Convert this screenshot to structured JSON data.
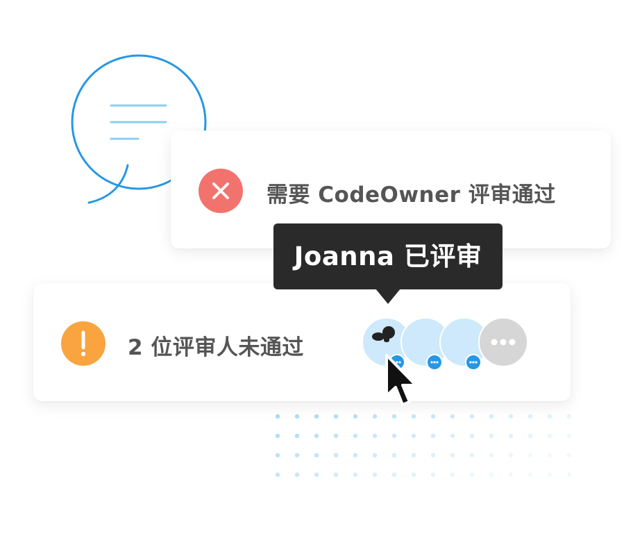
{
  "colors": {
    "error": "#f2736d",
    "warning": "#f9a43f",
    "accent_blue": "#2697e4",
    "avatar_bg": "#cde9fb",
    "more_bg": "#d6d6d6",
    "tooltip_bg": "#2a2a2a",
    "text": "#555555"
  },
  "codeowner_card": {
    "icon": "close-icon",
    "message": "需要 CodeOwner 评审通过"
  },
  "reviewers_card": {
    "icon": "exclamation-icon",
    "message": "2 位评审人未通过",
    "avatars": [
      {
        "icon": "user-icon",
        "badge": "comment-icon"
      },
      {
        "icon": "user-icon",
        "badge": "comment-icon"
      },
      {
        "icon": "user-icon",
        "badge": "comment-icon"
      }
    ],
    "more_icon": "ellipsis-icon"
  },
  "tooltip": {
    "text": "Joanna 已评审"
  },
  "decorations": {
    "bubble_icon": "chat-bubble-icon",
    "cursor_icon": "pointer-cursor-icon"
  }
}
